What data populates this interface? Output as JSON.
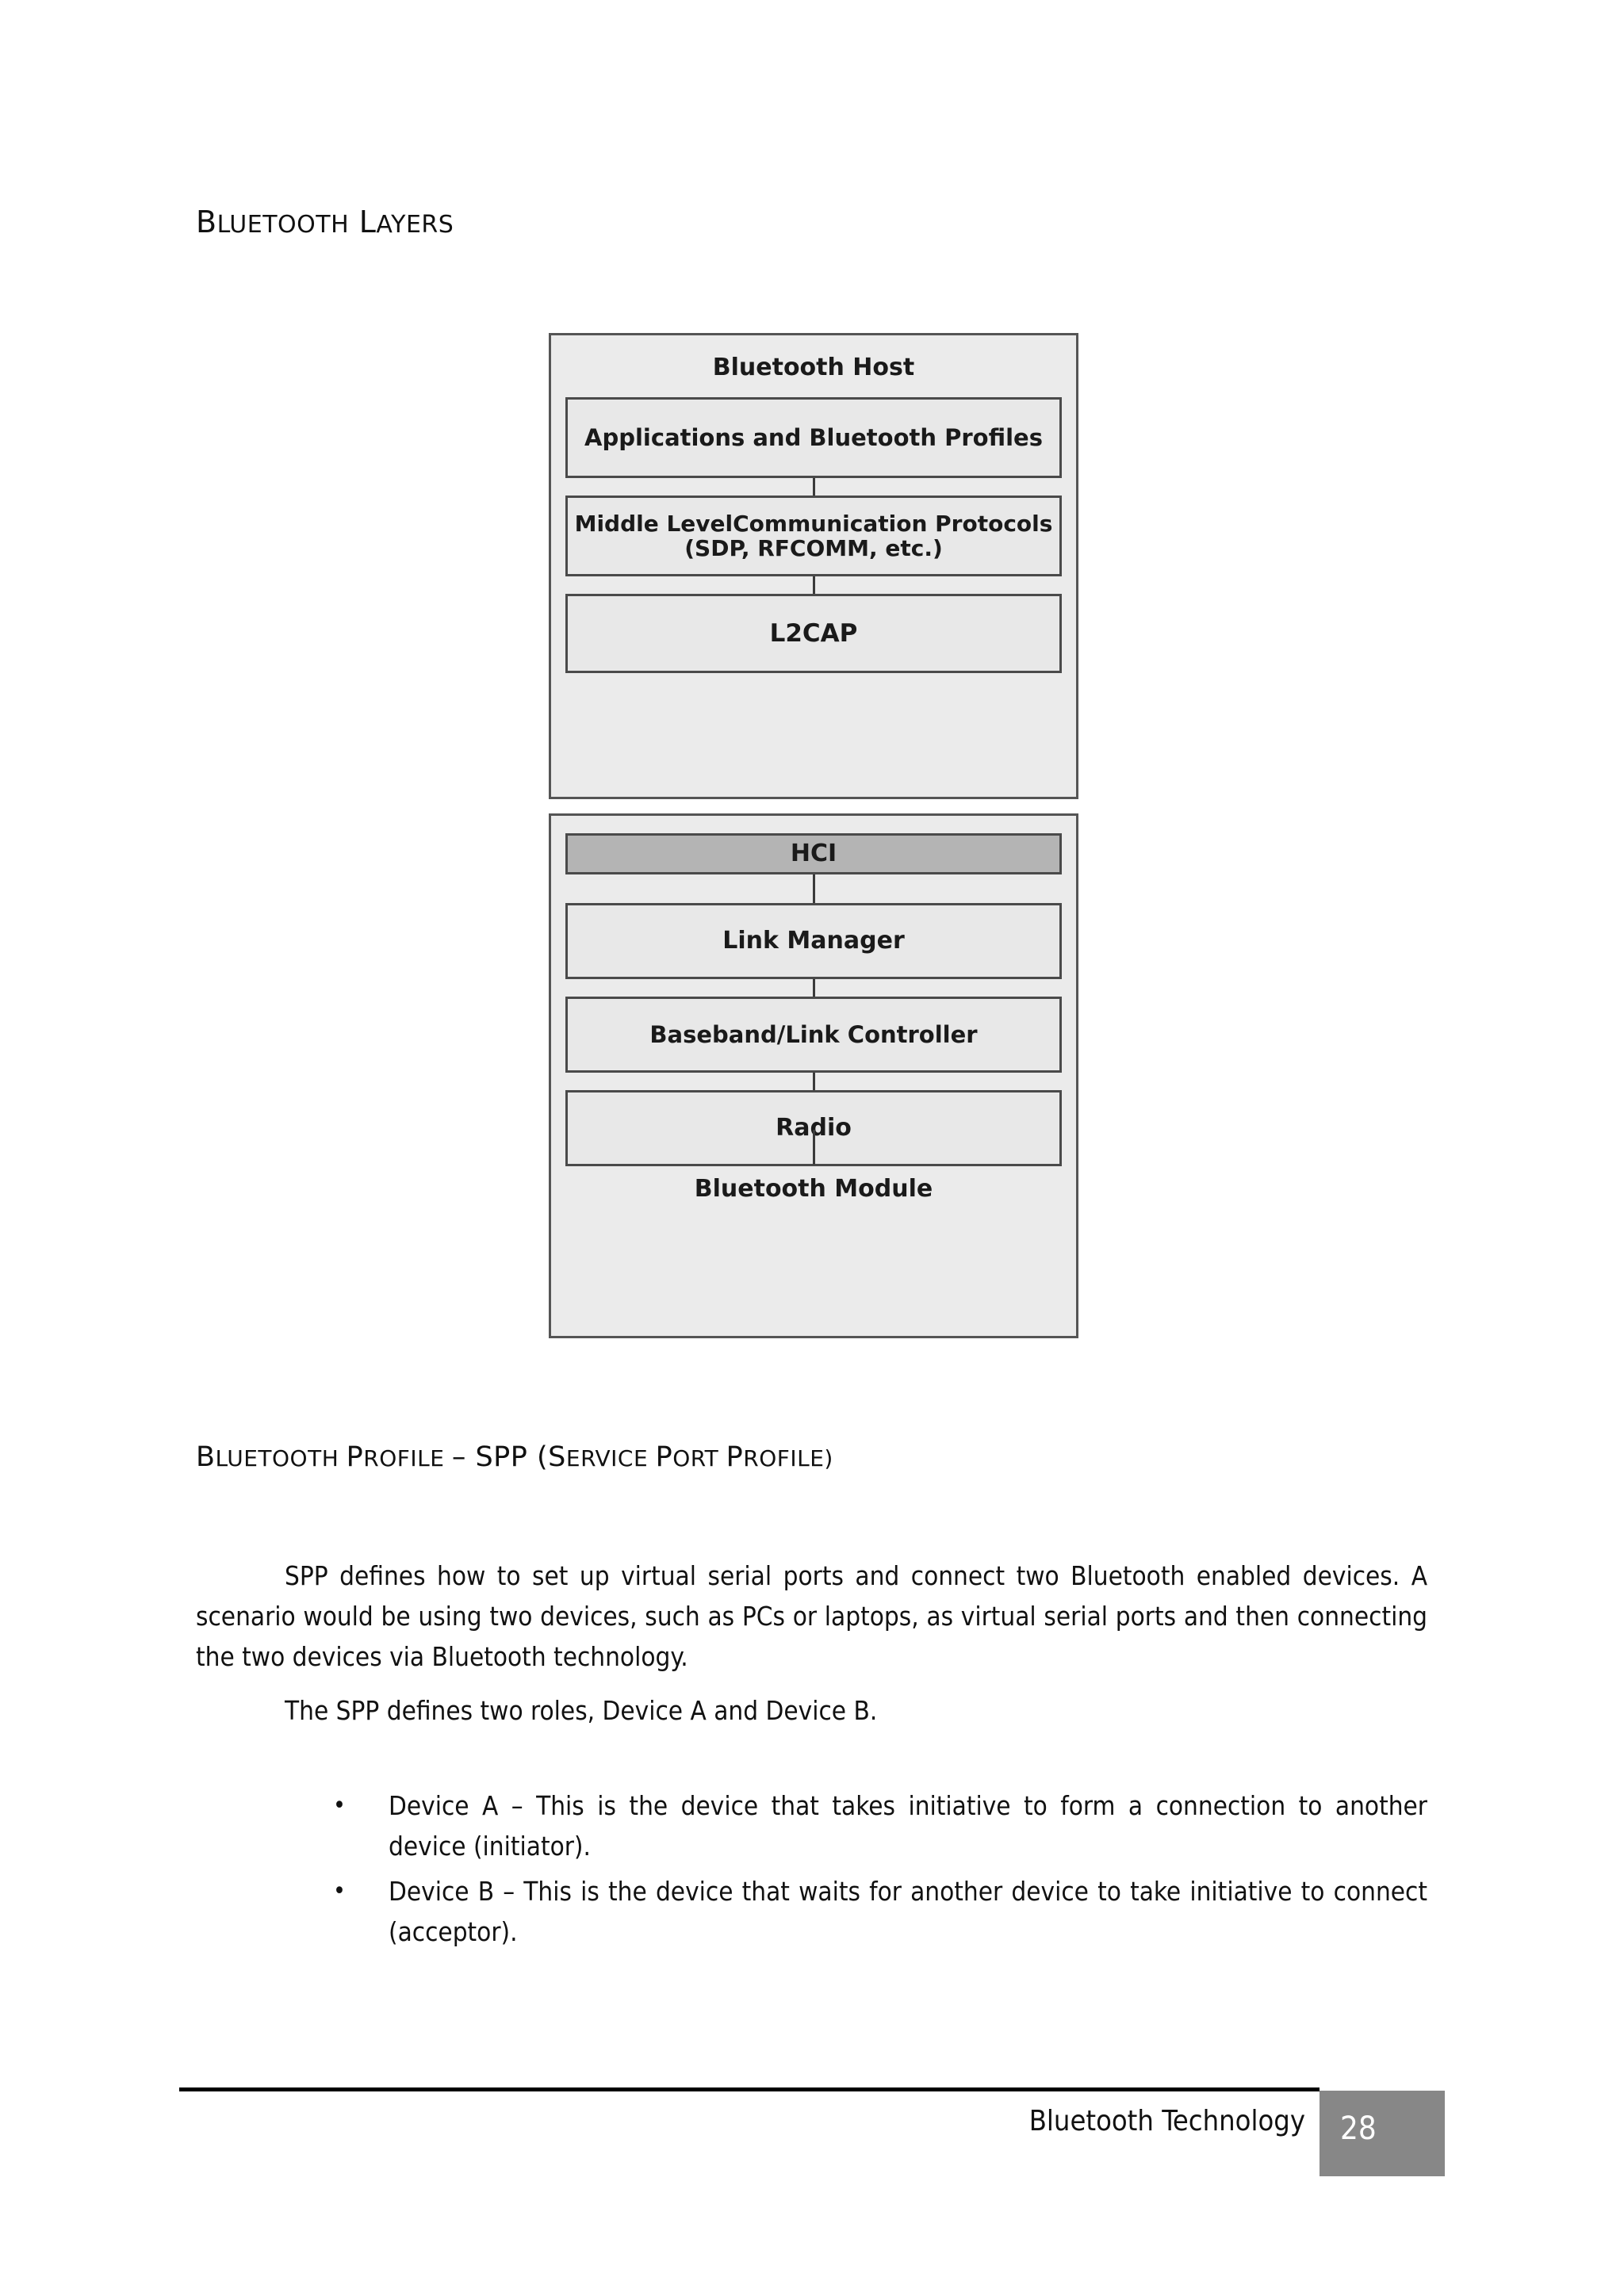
{
  "page": {
    "section_heading": {
      "first_letters": [
        "B",
        "L"
      ],
      "full_text": "Bluetooth Layers",
      "part_1_cap": "B",
      "part_1_rest": "LUETOOTH",
      "part_2_cap": "L",
      "part_2_rest": "AYERS"
    },
    "profile_heading": {
      "full_text": "Bluetooth Profile – SPP (Service Port Profile)",
      "segments": [
        {
          "cap": "B",
          "rest": "LUETOOTH"
        },
        {
          "cap": "P",
          "rest": "ROFILE"
        },
        {
          "cap": "– SPP (",
          "rest": ""
        },
        {
          "cap": "S",
          "rest": "ERVICE"
        },
        {
          "cap": "P",
          "rest": "ORT"
        },
        {
          "cap": "P",
          "rest": "ROFILE)"
        }
      ]
    }
  },
  "diagram": {
    "title": "Bluetooth protocol stack layers",
    "host": {
      "caption": "Bluetooth Host",
      "layers": [
        {
          "label": "Applications and Bluetooth Profiles",
          "shaded": false
        },
        {
          "label": "Middle LevelCommunication Protocols (SDP, RFCOMM, etc.)",
          "shaded": false
        },
        {
          "label": "L2CAP",
          "shaded": false
        }
      ]
    },
    "module": {
      "caption": "Bluetooth Module",
      "layers": [
        {
          "label": "HCI",
          "shaded": true
        },
        {
          "label": "Link Manager",
          "shaded": false
        },
        {
          "label": "Baseband/Link Controller",
          "shaded": false
        },
        {
          "label": "Radio",
          "shaded": false
        }
      ]
    },
    "colors": {
      "outer_fill": "#ebebeb",
      "inner_fill": "#e8e8e8",
      "shaded_fill": "#b4b4b4",
      "border": "#4a4a4a"
    }
  },
  "body": {
    "paragraph_1": "SPP defines how to set up virtual serial ports and connect two Bluetooth enabled devices. A scenario would be using two devices, such as PCs or laptops, as virtual serial ports and then connecting the two devices via Bluetooth technology.",
    "paragraph_2": "The SPP defines two roles, Device A and Device B.",
    "bullets": [
      {
        "marker": "•",
        "text": "Device A – This is the device that takes initiative to form a connection to another device (initiator)."
      },
      {
        "marker": "•",
        "text": "Device B – This is the device that waits for another device to take initiative to connect (acceptor)."
      }
    ]
  },
  "footer": {
    "label": "Bluetooth Technology",
    "page_number": "28",
    "badge_color": "#878787"
  }
}
